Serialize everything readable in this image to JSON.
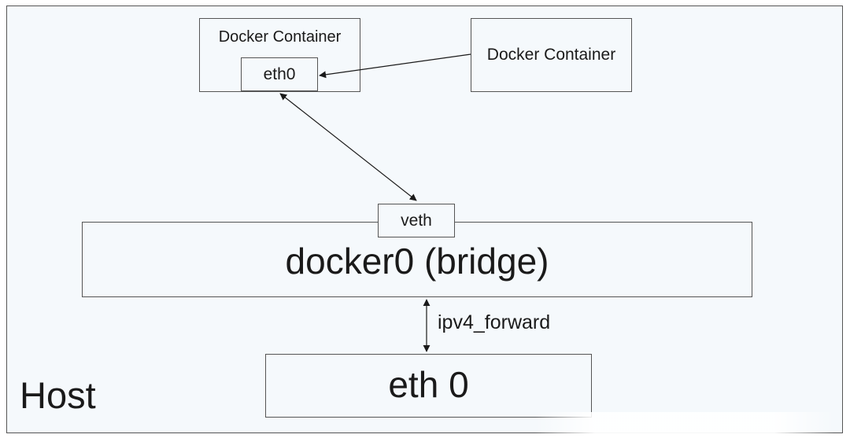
{
  "diagram": {
    "host_label": "Host",
    "container_main_label": "Docker Container",
    "container_eth_label": "eth0",
    "container_other_label": "Docker Container",
    "veth_label": "veth",
    "bridge_label": "docker0 (bridge)",
    "forward_label": "ipv4_forward",
    "host_eth_label": "eth 0"
  },
  "colors": {
    "background": "#f5f9fc",
    "border": "#555555",
    "text": "#1a1a1a"
  }
}
